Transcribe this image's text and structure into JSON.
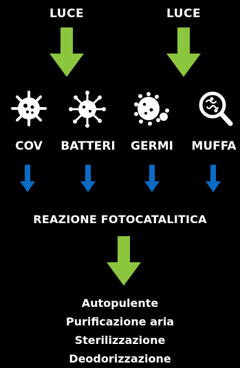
{
  "light_inputs": [
    {
      "label": "LUCE"
    },
    {
      "label": "LUCE"
    }
  ],
  "categories": [
    {
      "label": "COV",
      "icon": "virus-icon"
    },
    {
      "label": "BATTERI",
      "icon": "bacteria-icon"
    },
    {
      "label": "GERMI",
      "icon": "germ-icon"
    },
    {
      "label": "MUFFA",
      "icon": "mold-magnifier-icon"
    }
  ],
  "reaction": {
    "label": "REAZIONE FOTOCATALITICA"
  },
  "results": [
    "Autopulente",
    "Purificazione aria",
    "Sterilizzazione",
    "Deodorizzazione"
  ],
  "colors": {
    "background": "#000000",
    "green_arrow": "#8cc63f",
    "blue_arrow": "#0a6cc4",
    "text": "#ffffff"
  }
}
